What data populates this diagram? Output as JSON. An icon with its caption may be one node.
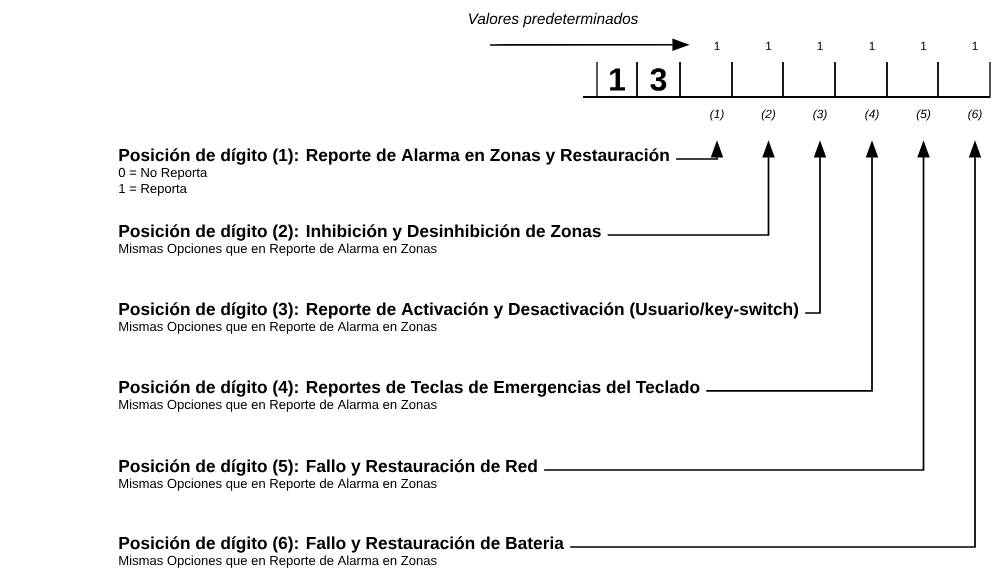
{
  "diagram": {
    "nodes": [
      {
        "text": [
          "1"
        ]
      },
      {
        "text": [
          "3"
        ]
      },
      {
        "text": [],
        "shape": "box",
        "beside": [
          "1",
          "(1)"
        ]
      },
      {
        "text": [],
        "shape": "box",
        "beside": [
          "1",
          "(2)"
        ]
      },
      {
        "text": [],
        "shape": "box",
        "beside": [
          "1",
          "(3)"
        ]
      },
      {
        "text": [],
        "shape": "box",
        "beside": [
          "1",
          "(4)"
        ]
      },
      {
        "text": [],
        "shape": "box",
        "beside": [
          "1",
          "(5)"
        ]
      },
      {
        "text": [],
        "shape": "box",
        "beside": [
          "1",
          "(6)"
        ]
      },
      {
        "text": [
          "Posición de dígito (1): Reporte de Alarma en Zonas y Restauración",
          "0 = No Reporta",
          "1 = Reporta"
        ]
      },
      {
        "text": [
          "Posición de dígito (2): Inhibición y Desinhibición de Zonas",
          "Mismas Opciones que en Reporte de Alarma en Zonas"
        ]
      },
      {
        "text": [
          "Posición de dígito (3): Reporte de Activación y Desactivación (Usuario/key-switch)",
          "Mismas Opciones que en Reporte de Alarma en Zonas"
        ]
      },
      {
        "text": [
          "Posición de dígito (4): Reportes de Teclas de Emergencias del Teclado",
          "Mismas Opciones que en Reporte de Alarma en Zonas"
        ]
      },
      {
        "text": [
          "Posición de dígito (5): Fallo y Restauración de Red",
          "Mismas Opciones que en Reporte de Alarma en Zonas"
        ]
      },
      {
        "text": [
          "Posición de dígito (6): Fallo y Restauración de Bateria",
          "Mismas Opciones que en Reporte de Alarma en Zonas"
        ]
      }
    ],
    "edges": [
      {
        "from": null,
        "to": 2,
        "arrow": "to"
      },
      {
        "from": 8,
        "to": 2,
        "arrow": "to"
      },
      {
        "from": 9,
        "to": 3,
        "arrow": "to"
      },
      {
        "from": 10,
        "to": 4,
        "arrow": "to"
      },
      {
        "from": 11,
        "to": 5,
        "arrow": "to"
      },
      {
        "from": 12,
        "to": 6,
        "arrow": "to"
      },
      {
        "from": 13,
        "to": 7,
        "arrow": "to"
      }
    ],
    "labels": [
      "Valores predeterminados"
    ]
  }
}
